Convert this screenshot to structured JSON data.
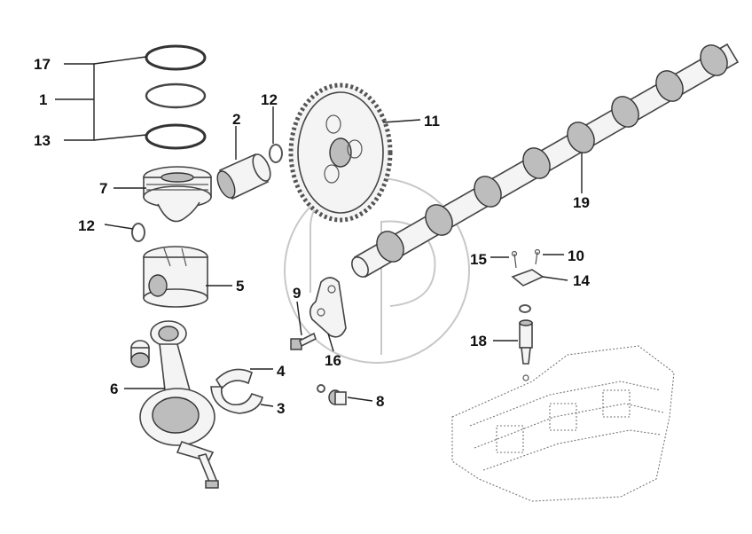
{
  "callouts": {
    "c1": "1",
    "c2": "2",
    "c3": "3",
    "c4": "4",
    "c5": "5",
    "c6": "6",
    "c7": "7",
    "c8": "8",
    "c9": "9",
    "c10": "10",
    "c11": "11",
    "c12a": "12",
    "c12b": "12",
    "c13": "13",
    "c14": "14",
    "c15": "15",
    "c16": "16",
    "c17": "17",
    "c18": "18",
    "c19": "19"
  }
}
